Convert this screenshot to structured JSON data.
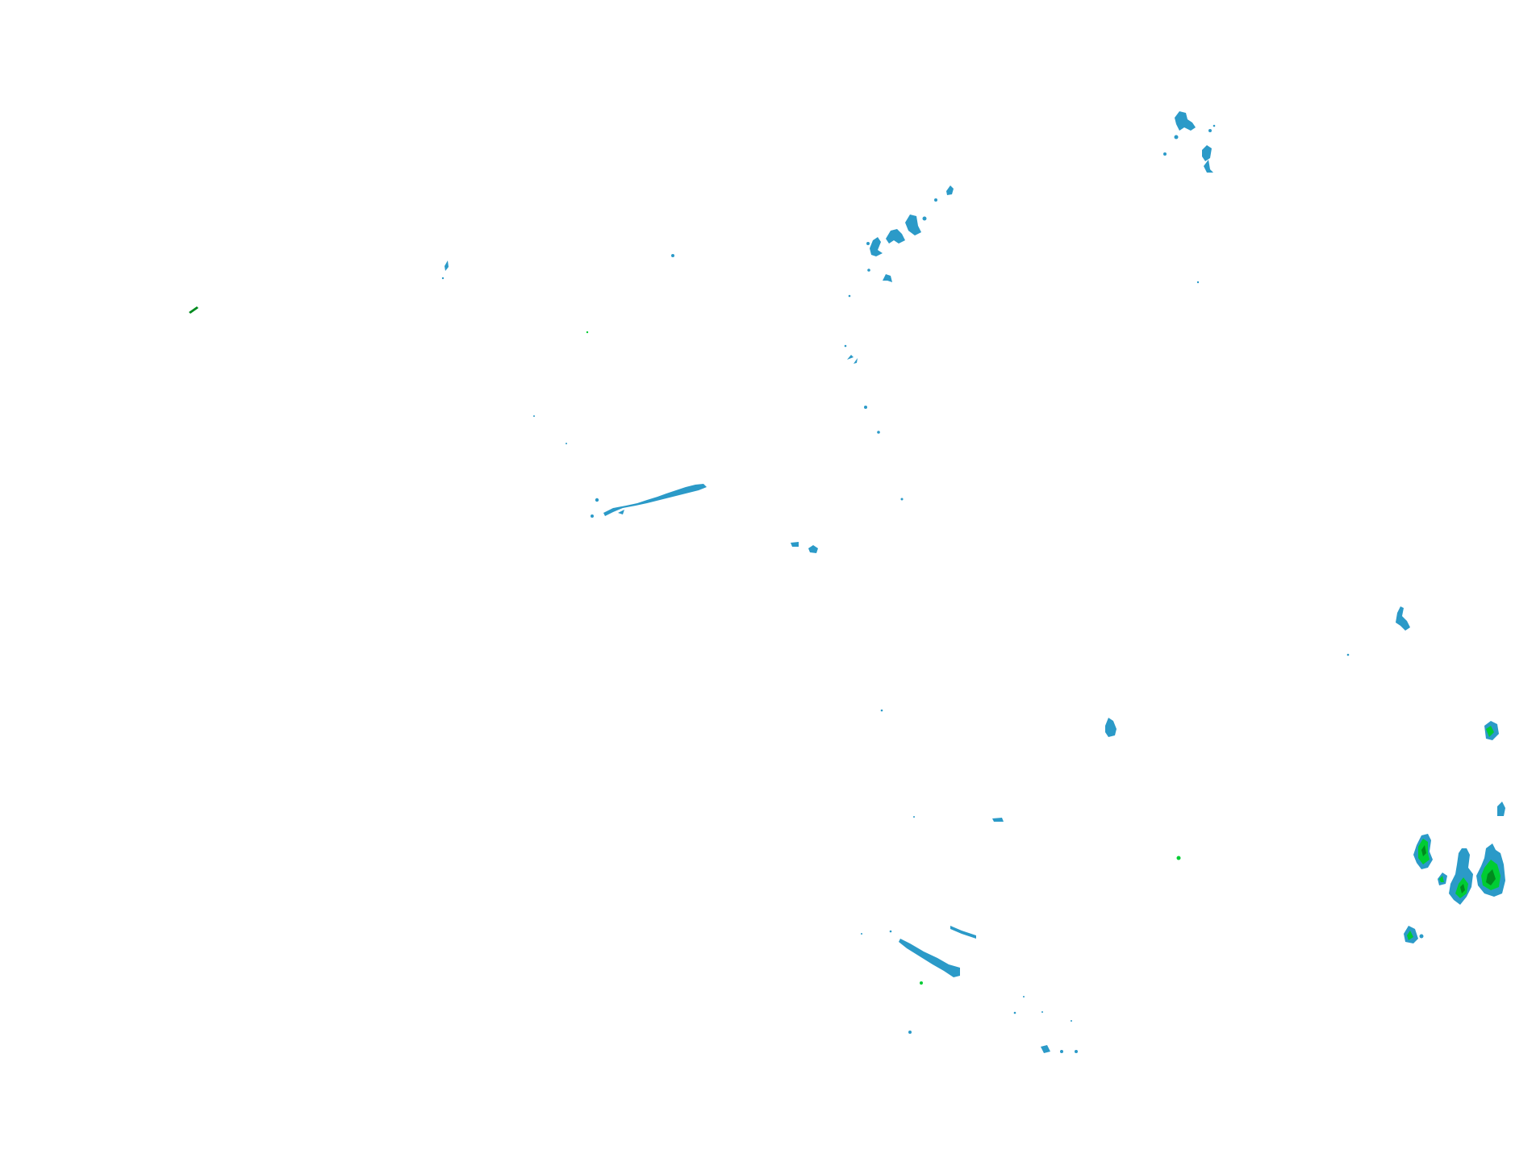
{
  "radar": {
    "palette": {
      "light": "#2b9ac8",
      "moderate": "#00cc33",
      "heavy": "#008a1e"
    },
    "echoes": [
      {
        "id": "echo-nw-speck",
        "intensity": "heavy"
      },
      {
        "id": "echo-north-cluster",
        "intensity": "light"
      },
      {
        "id": "echo-northeast-cluster",
        "intensity": "light"
      },
      {
        "id": "echo-band-central",
        "intensity": "light"
      },
      {
        "id": "echo-band-south",
        "intensity": "light"
      },
      {
        "id": "echo-east-cells",
        "intensity": "moderate"
      },
      {
        "id": "echo-east-core",
        "intensity": "heavy"
      }
    ]
  }
}
